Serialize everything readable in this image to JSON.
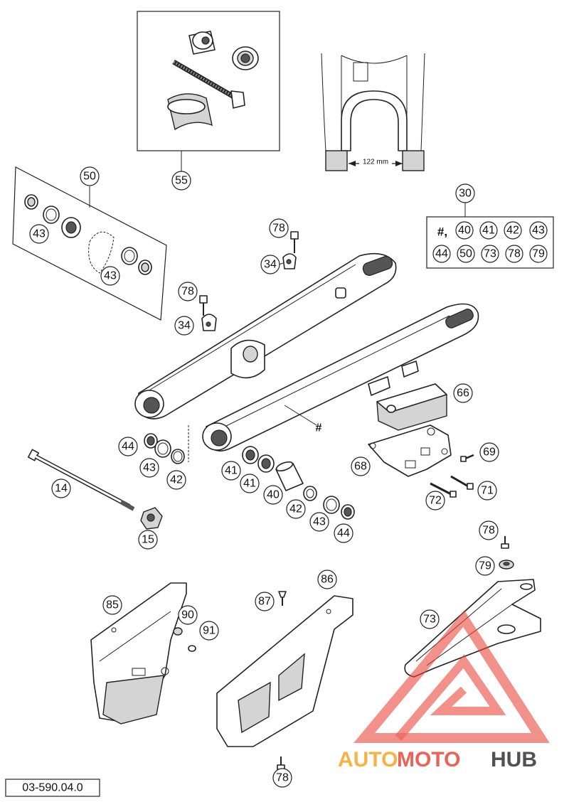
{
  "diagram_code": "03-590.04.0",
  "dimension_label": "122 mm",
  "set_marker": "#,",
  "swingarm_marker": "#",
  "watermark": {
    "brand_part1": "AUTO",
    "brand_part2": "MOTO",
    "brand_part3": "HUB",
    "color_red": "#e8473a",
    "color_orange": "#f5a623",
    "color_dark": "#333333"
  },
  "callouts": {
    "c55": "55",
    "c50": "50",
    "c43a": "43",
    "c43b": "43",
    "c30": "30",
    "c78a": "78",
    "c34a": "34",
    "c78b": "78",
    "c34b": "34",
    "c66": "66",
    "c68": "68",
    "c69": "69",
    "c71": "71",
    "c72": "72",
    "c44a": "44",
    "c43c": "43",
    "c42a": "42",
    "c14": "14",
    "c15": "15",
    "c41a": "41",
    "c41b": "41",
    "c40": "40",
    "c42b": "42",
    "c43d": "43",
    "c44b": "44",
    "c78c": "78",
    "c79": "79",
    "c85": "85",
    "c90": "90",
    "c91": "91",
    "c86": "86",
    "c87": "87",
    "c73": "73",
    "c78d": "78"
  },
  "set_contents": {
    "k40": "40",
    "k41": "41",
    "k42": "42",
    "k43": "43",
    "k44": "44",
    "k50": "50",
    "k73": "73",
    "k78": "78",
    "k79": "79"
  }
}
